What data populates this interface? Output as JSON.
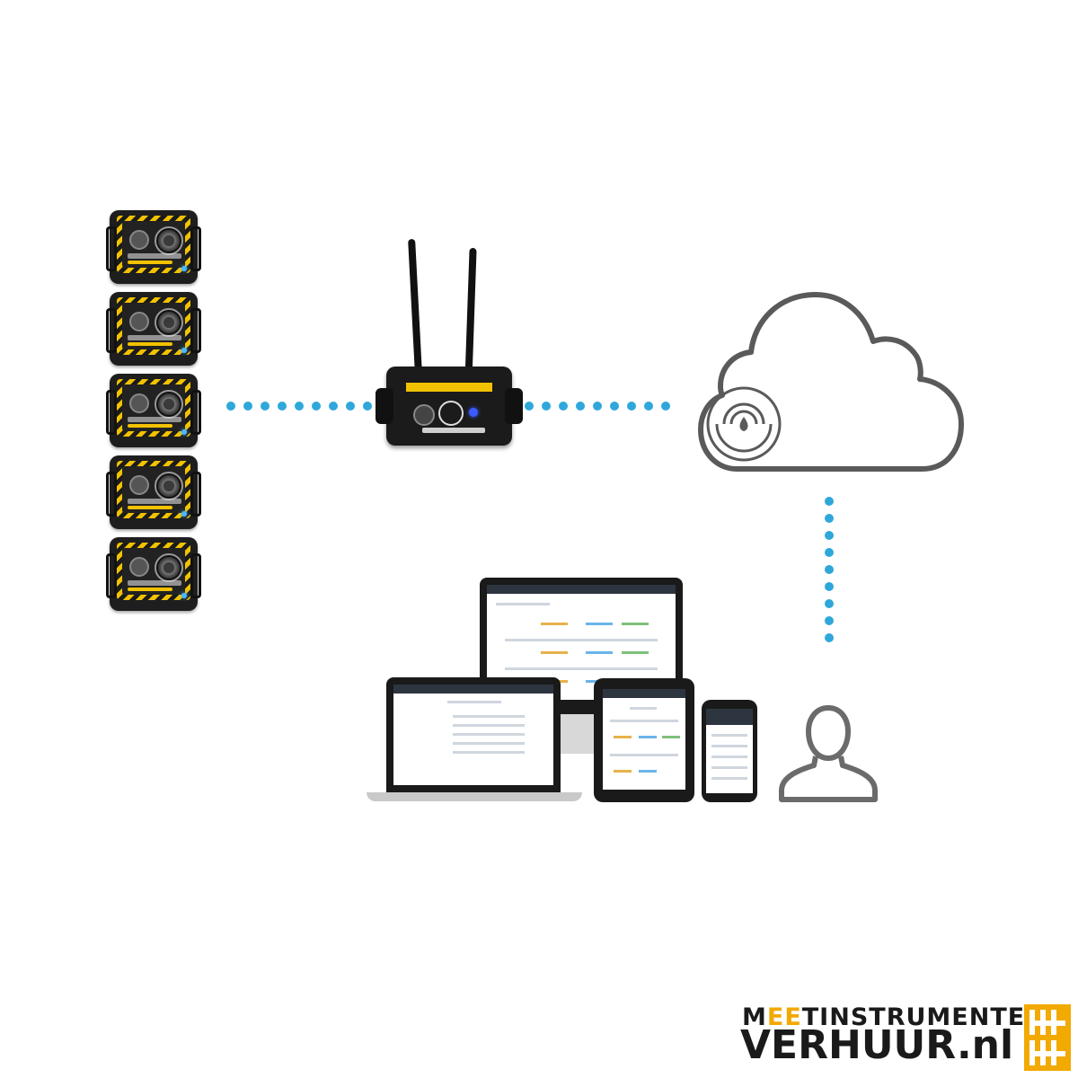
{
  "diagram": {
    "sensor_count": 5,
    "colors": {
      "dots": "#2fa7db",
      "sensor_accent": "#f2c200",
      "cloud_stroke": "#5a5a5a",
      "person_stroke": "#6b6b6b"
    },
    "icons": [
      "cloud-icon",
      "person-icon",
      "cloud-station-device",
      "sensor-device",
      "desktop-monitor",
      "laptop",
      "tablet",
      "smartphone"
    ]
  },
  "logo": {
    "line1_prefix": "M",
    "line1_highlight": "EE",
    "line1_suffix": "TINSTRUMENTEN",
    "line2": "VERHUUR.nl"
  }
}
